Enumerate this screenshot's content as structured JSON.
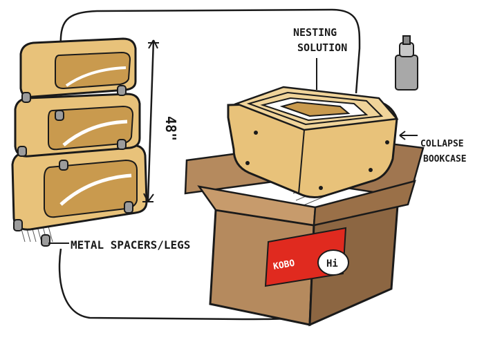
{
  "sketch": {
    "labels": {
      "nesting_line1": "NESTING",
      "nesting_line2": "SOLUTION",
      "height": "48\"",
      "collapse_line1": "COLLAPSE",
      "collapse_line2": "BOOKCASE",
      "spacers": "METAL SPACERS/LEGS",
      "box_sticker": "KOBO",
      "bubble": "Hi"
    },
    "colors": {
      "wood": "#e8c27a",
      "wood_shade": "#c99a4e",
      "cardboard": "#b58a5e",
      "cardboard_dark": "#8c6642",
      "sticker": "#e02a1f",
      "metal": "#9c9c9c",
      "ink": "#1a1a1a"
    }
  }
}
